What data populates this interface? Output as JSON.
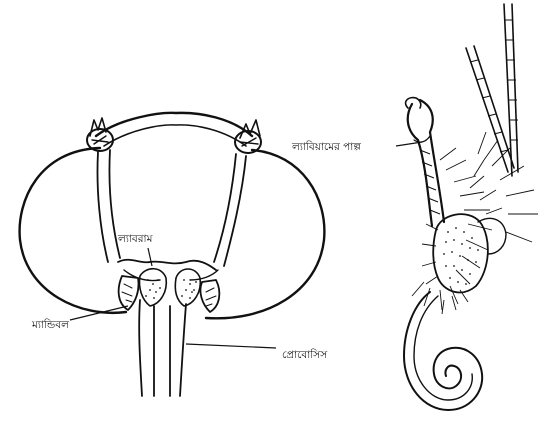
{
  "figure": {
    "labels": {
      "labrum": "ল্যাবরাম",
      "mandible": "ম্যান্ডিবল",
      "proboscis": "প্রোবোসিস",
      "labial_palp": "ল্যাবিয়ামের পাল্প"
    }
  }
}
